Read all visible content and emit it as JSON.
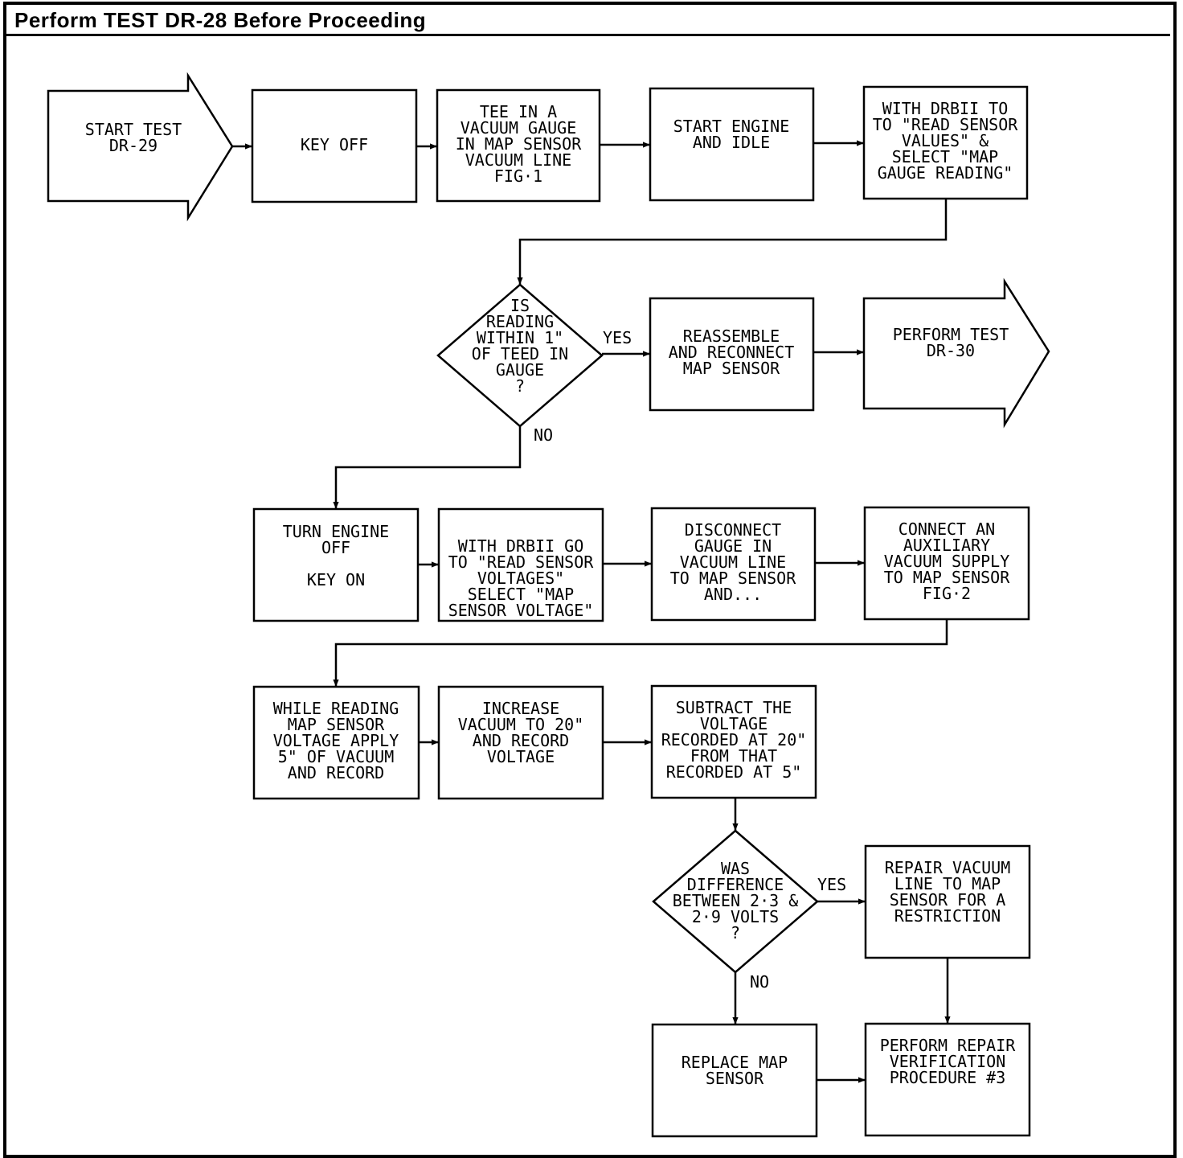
{
  "title": "Perform TEST DR-28 Before Proceeding",
  "nodes": {
    "start": [
      "START TEST",
      "DR-29"
    ],
    "key_off": [
      "KEY OFF"
    ],
    "tee_gauge": [
      "TEE IN A",
      "VACUUM GAUGE",
      "IN MAP SENSOR",
      "VACUUM LINE",
      "FIG·1"
    ],
    "start_engine": [
      "START ENGINE",
      "AND IDLE"
    ],
    "drbii_read": [
      "WITH DRBII TO",
      "TO \"READ SENSOR",
      "VALUES\" &",
      "SELECT \"MAP",
      "GAUGE READING\""
    ],
    "decision1": [
      "IS",
      "READING",
      "WITHIN 1\"",
      "OF TEED IN",
      "GAUGE",
      "?"
    ],
    "reassemble": [
      "REASSEMBLE",
      "AND RECONNECT",
      "MAP SENSOR"
    ],
    "perform_dr30": [
      "PERFORM TEST",
      "DR-30"
    ],
    "turn_engine_off": [
      "TURN ENGINE",
      "OFF",
      "",
      "KEY ON"
    ],
    "drbii_voltages": [
      "WITH DRBII GO",
      "TO \"READ SENSOR",
      "VOLTAGES\"",
      "SELECT \"MAP",
      "SENSOR VOLTAGE\""
    ],
    "disconnect": [
      "DISCONNECT",
      "GAUGE IN",
      "VACUUM LINE",
      "TO MAP SENSOR",
      "AND..."
    ],
    "connect_aux": [
      "CONNECT AN",
      "AUXILIARY",
      "VACUUM SUPPLY",
      "TO MAP SENSOR",
      "FIG·2"
    ],
    "while_reading": [
      "WHILE READING",
      "MAP SENSOR",
      "VOLTAGE APPLY",
      "5\" OF VACUUM",
      "AND RECORD"
    ],
    "increase_vacuum": [
      "INCREASE",
      "VACUUM TO 20\"",
      "AND RECORD",
      "VOLTAGE"
    ],
    "subtract": [
      "SUBTRACT THE",
      "VOLTAGE",
      "RECORDED AT 20\"",
      "FROM THAT",
      "RECORDED AT 5\""
    ],
    "decision2": [
      "WAS",
      "DIFFERENCE",
      "BETWEEN 2·3 &",
      "2·9 VOLTS",
      "?"
    ],
    "repair_vacuum": [
      "REPAIR VACUUM",
      "LINE TO MAP",
      "SENSOR FOR A",
      "RESTRICTION"
    ],
    "replace_map": [
      "REPLACE MAP",
      "SENSOR"
    ],
    "repair_verification": [
      "PERFORM REPAIR",
      "VERIFICATION",
      "PROCEDURE #3"
    ]
  },
  "branches": {
    "yes1": "YES",
    "no1": "NO",
    "yes2": "YES",
    "no2": "NO"
  }
}
